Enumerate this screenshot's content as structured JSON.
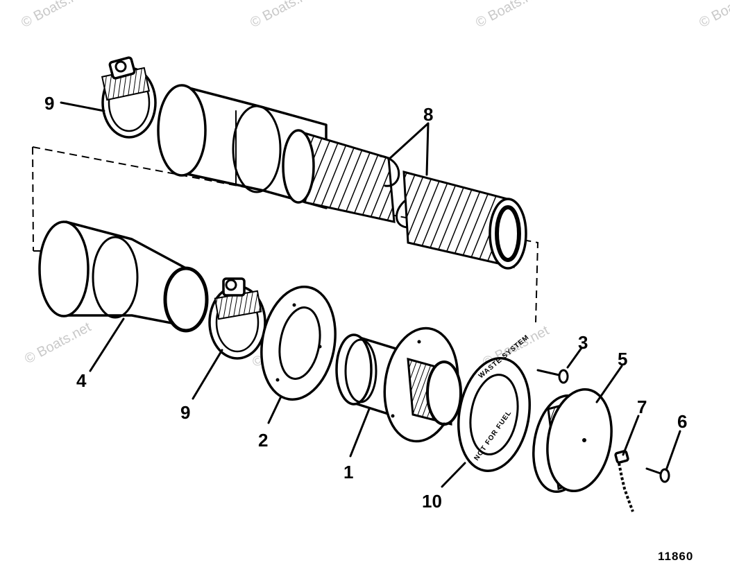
{
  "watermarks": [
    "© Boats.net",
    "© Boats.net",
    "© Boats.net",
    "© Boats.net",
    "© Boats.net",
    "© Boats.net",
    "© Boats.net"
  ],
  "callouts": {
    "c9_top": "9",
    "c8": "8",
    "c4": "4",
    "c9_mid": "9",
    "c2": "2",
    "c1": "1",
    "c10": "10",
    "c3": "3",
    "c5": "5",
    "c7": "7",
    "c6": "6"
  },
  "plate_text": {
    "top": "WASTE SYSTEM",
    "bottom": "NOT FOR FUEL"
  },
  "figure_number": "11860"
}
